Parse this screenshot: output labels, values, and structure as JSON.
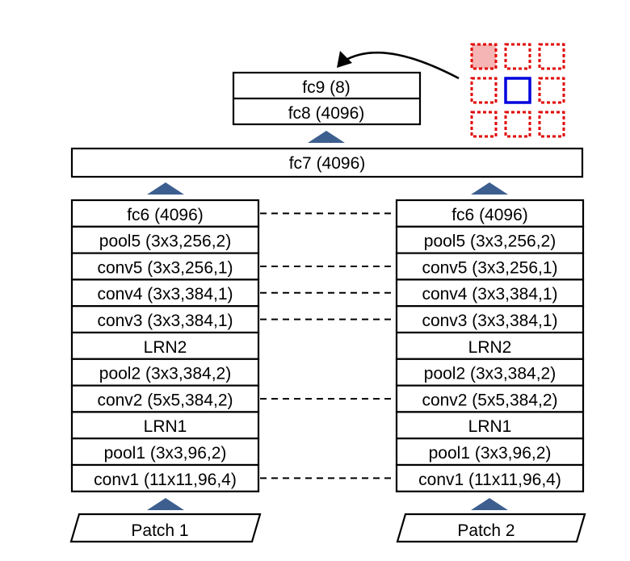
{
  "top_layers": {
    "fc9": "fc9 (8)",
    "fc8": "fc8 (4096)",
    "fc7": "fc7 (4096)"
  },
  "left_stack": {
    "layers": [
      "fc6 (4096)",
      "pool5 (3x3,256,2)",
      "conv5 (3x3,256,1)",
      "conv4 (3x3,384,1)",
      "conv3 (3x3,384,1)",
      "LRN2",
      "pool2 (3x3,384,2)",
      "conv2 (5x5,384,2)",
      "LRN1",
      "pool1 (3x3,96,2)",
      "conv1 (11x11,96,4)"
    ],
    "input": "Patch 1"
  },
  "right_stack": {
    "layers": [
      "fc6 (4096)",
      "pool5 (3x3,256,2)",
      "conv5 (3x3,256,1)",
      "conv4 (3x3,384,1)",
      "conv3 (3x3,384,1)",
      "LRN2",
      "pool2 (3x3,384,2)",
      "conv2 (5x5,384,2)",
      "LRN1",
      "pool1 (3x3,96,2)",
      "conv1 (11x11,96,4)"
    ],
    "input": "Patch 2"
  },
  "shared_weight_links": [
    "fc6 (4096)",
    "conv5 (3x3,256,1)",
    "conv4 (3x3,384,1)",
    "conv3 (3x3,384,1)",
    "conv2 (5x5,384,2)",
    "conv1 (11x11,96,4)"
  ],
  "colors": {
    "arrow": "#3d5f8f",
    "grid_dotted": "#e00000",
    "grid_selected_fill": "#f5b5b5",
    "grid_center": "#0000dd"
  }
}
